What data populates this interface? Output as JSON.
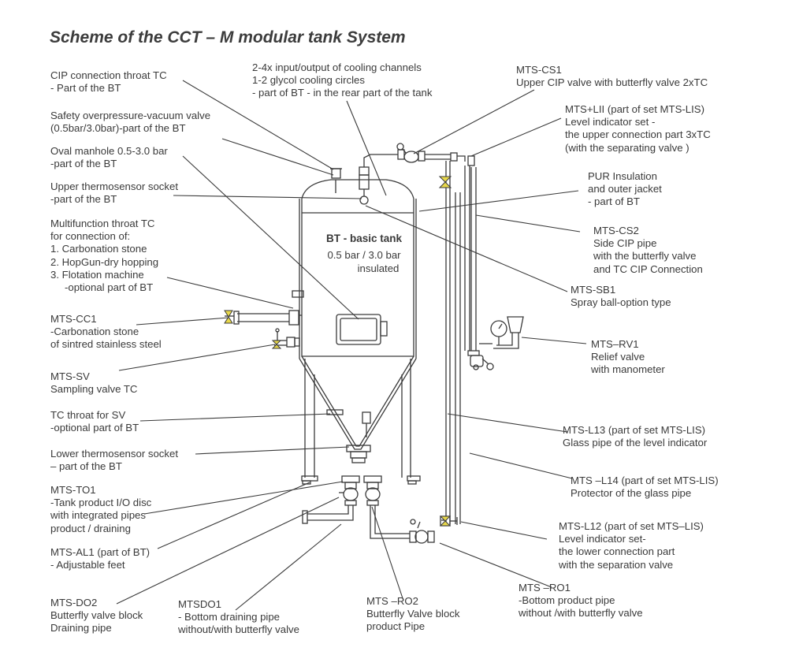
{
  "title": "Scheme of the CCT – M modular tank System",
  "tank": {
    "name": "BT - basic tank",
    "pressure": "0.5 bar / 3.0 bar",
    "insulation": "insulated"
  },
  "labels": [
    {
      "id": "cip-throat",
      "lines": [
        "CIP connection throat TC",
        "- Part of the BT"
      ]
    },
    {
      "id": "safety-valve",
      "lines": [
        "Safety overpressure-vacuum valve",
        "(0.5bar/3.0bar)-part of the BT"
      ]
    },
    {
      "id": "oval-manhole",
      "lines": [
        "Oval manhole 0.5-3.0 bar",
        "-part of the BT"
      ]
    },
    {
      "id": "upper-thermosensor",
      "lines": [
        "Upper thermosensor socket",
        "-part of the BT"
      ]
    },
    {
      "id": "multifunction-throat",
      "lines": [
        "Multifunction throat TC",
        "for connection of:",
        "1.  Carbonation stone",
        "2.  HopGun-dry hopping",
        "3.  Flotation machine",
        "    -optional part of BT"
      ]
    },
    {
      "id": "mts-cc1",
      "lines": [
        "MTS-CC1",
        "-Carbonation stone",
        "of sintred stainless steel"
      ]
    },
    {
      "id": "mts-sv",
      "lines": [
        "MTS-SV",
        "Sampling valve TC"
      ]
    },
    {
      "id": "tc-throat-sv",
      "lines": [
        "TC throat for SV",
        "-optional part of BT"
      ]
    },
    {
      "id": "lower-thermosensor",
      "lines": [
        "Lower thermosensor socket",
        "– part of the BT"
      ]
    },
    {
      "id": "mts-to1",
      "lines": [
        "MTS-TO1",
        "-Tank product I/O disc",
        "with integrated pipes",
        "product / draining"
      ]
    },
    {
      "id": "mts-al1",
      "lines": [
        "MTS-AL1 (part of BT)",
        "- Adjustable feet"
      ]
    },
    {
      "id": "mts-do2",
      "lines": [
        "MTS-DO2",
        "Butterfly valve block",
        "Draining pipe"
      ]
    },
    {
      "id": "mtsdo1",
      "lines": [
        "MTSDO1",
        "- Bottom draining pipe",
        "without/with butterfly valve"
      ]
    },
    {
      "id": "mts-ro2",
      "lines": [
        "MTS –RO2",
        "Butterfly Valve block",
        "product Pipe"
      ]
    },
    {
      "id": "mts-ro1",
      "lines": [
        "MTS –RO1",
        "-Bottom product pipe",
        "without /with butterfly valve"
      ]
    },
    {
      "id": "cooling",
      "lines": [
        "2-4x input/output of cooling channels",
        "1-2 glycol cooling circles",
        "- part of BT - in the rear part of the tank"
      ]
    },
    {
      "id": "mts-cs1",
      "lines": [
        "MTS-CS1",
        "Upper CIP valve with butterfly valve 2xTC"
      ]
    },
    {
      "id": "mts-lii",
      "lines": [
        "MTS+LII (part of set MTS-LIS)",
        "Level indicator set -",
        "the upper connection part 3xTC",
        "(with the separating valve )"
      ]
    },
    {
      "id": "pur",
      "lines": [
        "PUR Insulation",
        "and outer jacket",
        "- part of BT"
      ]
    },
    {
      "id": "mts-cs2",
      "lines": [
        "MTS-CS2",
        "Side CIP pipe",
        "with the butterfly valve",
        "and TC CIP Connection"
      ]
    },
    {
      "id": "mts-sb1",
      "lines": [
        "MTS-SB1",
        "Spray ball-option type"
      ]
    },
    {
      "id": "mts-rv1",
      "lines": [
        "MTS–RV1",
        "Relief valve",
        "with manometer"
      ]
    },
    {
      "id": "mts-l13",
      "lines": [
        "MTS-L13 (part of set MTS-LIS)",
        "Glass pipe of the level indicator"
      ]
    },
    {
      "id": "mts-l14",
      "lines": [
        "MTS –L14 (part of set MTS-LIS)",
        "Protector of the glass pipe"
      ]
    },
    {
      "id": "mts-l12",
      "lines": [
        "MTS-L12 (part of set MTS–LIS)",
        "Level indicator set-",
        "the lower connection part",
        "with the separation valve"
      ]
    }
  ],
  "colors": {
    "line": "#3a3a3a",
    "valve": "#e8d84a"
  }
}
